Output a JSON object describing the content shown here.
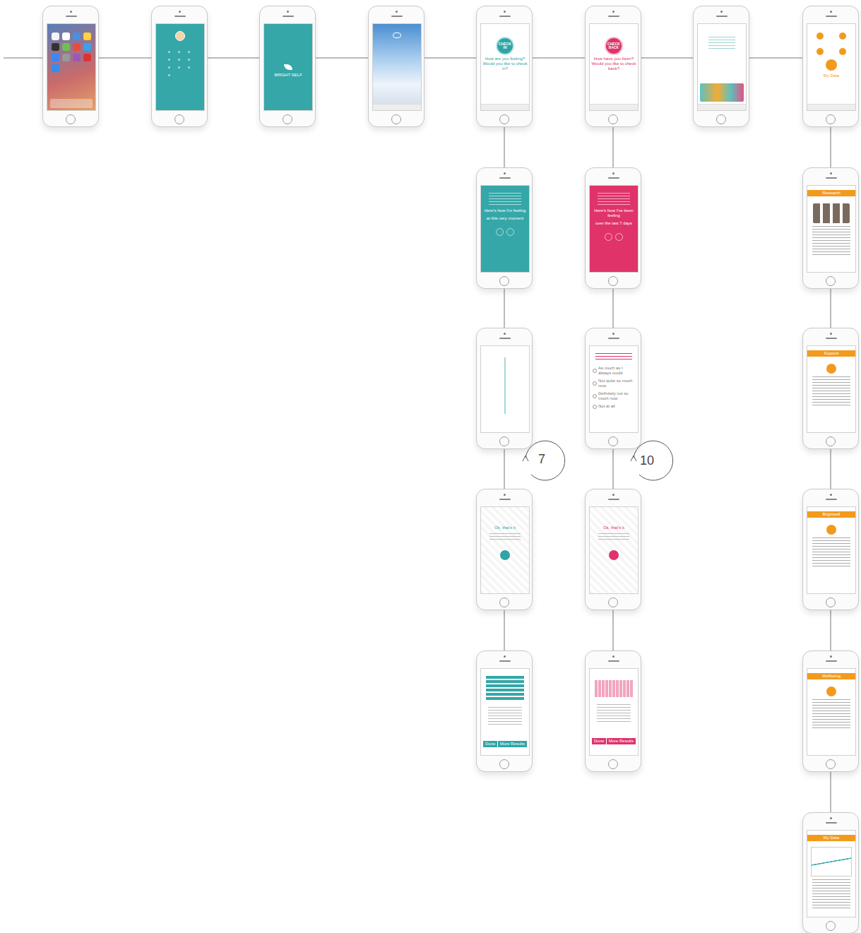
{
  "diagram": {
    "nodes": [
      {
        "text": []
      },
      {
        "text": []
      },
      {
        "text": [
          "BRIGHT SELF"
        ]
      },
      {
        "text": []
      },
      {
        "text": [
          "CHECK IN",
          "How are you feeling? Would you like to check in?"
        ]
      },
      {
        "text": [
          "CHECK BACK",
          "How have you been? Would you like to check back?"
        ]
      },
      {
        "text": []
      },
      {
        "text": [
          "My Data"
        ]
      },
      {
        "text": [
          "Here's how I'm feeling",
          "at this very moment"
        ]
      },
      {
        "text": []
      },
      {
        "text": [
          "Ok, that's it"
        ]
      },
      {
        "text": [
          "Done",
          "More Results"
        ]
      },
      {
        "text": [
          "Here's how I've been feeling",
          "over the last 7 days"
        ]
      },
      {
        "text": [
          "As much as I always could",
          "Not quite so much now",
          "Definitely not so much now",
          "Not at all"
        ]
      },
      {
        "text": [
          "Ok, that's it"
        ]
      },
      {
        "text": [
          "Done",
          "More Results"
        ]
      },
      {
        "text": [
          "Research"
        ]
      },
      {
        "text": [
          "Support"
        ]
      },
      {
        "text": [
          "Brightself"
        ]
      },
      {
        "text": [
          "Wellbeing"
        ]
      },
      {
        "text": [
          "My Data"
        ]
      }
    ],
    "edges": [
      {
        "from": 0,
        "to": 1,
        "arrow": "none"
      },
      {
        "from": 1,
        "to": 2,
        "arrow": "none"
      },
      {
        "from": 2,
        "to": 3,
        "arrow": "none"
      },
      {
        "from": 3,
        "to": 4,
        "arrow": "none"
      },
      {
        "from": 4,
        "to": 5,
        "arrow": "none"
      },
      {
        "from": 5,
        "to": 6,
        "arrow": "none"
      },
      {
        "from": 6,
        "to": 7,
        "arrow": "none"
      },
      {
        "from": 4,
        "to": 8,
        "arrow": "none"
      },
      {
        "from": 8,
        "to": 9,
        "arrow": "none"
      },
      {
        "from": 9,
        "to": 10,
        "arrow": "none"
      },
      {
        "from": 10,
        "to": 11,
        "arrow": "none"
      },
      {
        "from": 5,
        "to": 12,
        "arrow": "none"
      },
      {
        "from": 12,
        "to": 13,
        "arrow": "none"
      },
      {
        "from": 13,
        "to": 14,
        "arrow": "none"
      },
      {
        "from": 14,
        "to": 15,
        "arrow": "none"
      },
      {
        "from": 7,
        "to": 16,
        "arrow": "none"
      },
      {
        "from": 16,
        "to": 17,
        "arrow": "none"
      },
      {
        "from": 17,
        "to": 18,
        "arrow": "none"
      },
      {
        "from": 18,
        "to": 19,
        "arrow": "none"
      },
      {
        "from": 19,
        "to": 20,
        "arrow": "none"
      }
    ],
    "labels": [
      "7",
      "10"
    ]
  }
}
